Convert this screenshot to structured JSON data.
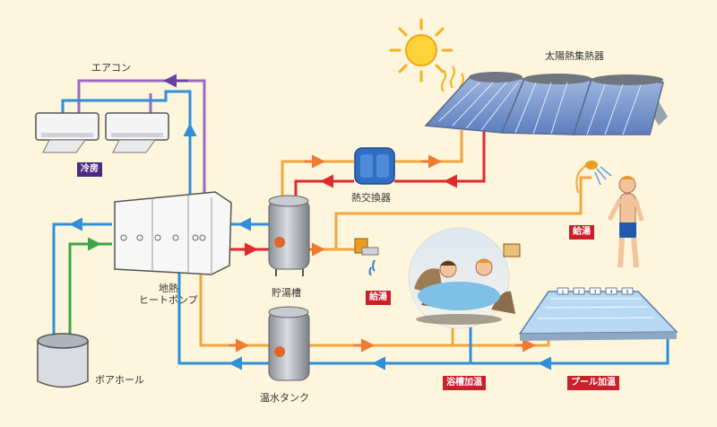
{
  "labels": {
    "aircon": "エアコン",
    "solar_collector": "太陽熱集熱器",
    "heat_exchanger": "熱交換器",
    "heat_pump": "地熱\nヒートポンプ",
    "storage_tank": "貯湯槽",
    "hot_water_tank": "温水タンク",
    "borehole": "ボアホール"
  },
  "badges": {
    "cooling": "冷房",
    "hot_supply_shower": "給湯",
    "hot_supply_faucet": "給湯",
    "bath_heating": "浴槽加温",
    "pool_heating": "プール加温"
  },
  "pool_lanes": [
    "1",
    "2",
    "3",
    "4",
    "5"
  ],
  "colors": {
    "background": "#fdf5dc",
    "hot_pipe": "#e02a2a",
    "warm_pipe": "#f2a640",
    "cold_pipe": "#2f8fd8",
    "aircon_pipe": "#9a6ac0",
    "ground_pipe": "#3fa54a",
    "badge_red": "#c9202c",
    "badge_purple": "#4b2a80"
  }
}
